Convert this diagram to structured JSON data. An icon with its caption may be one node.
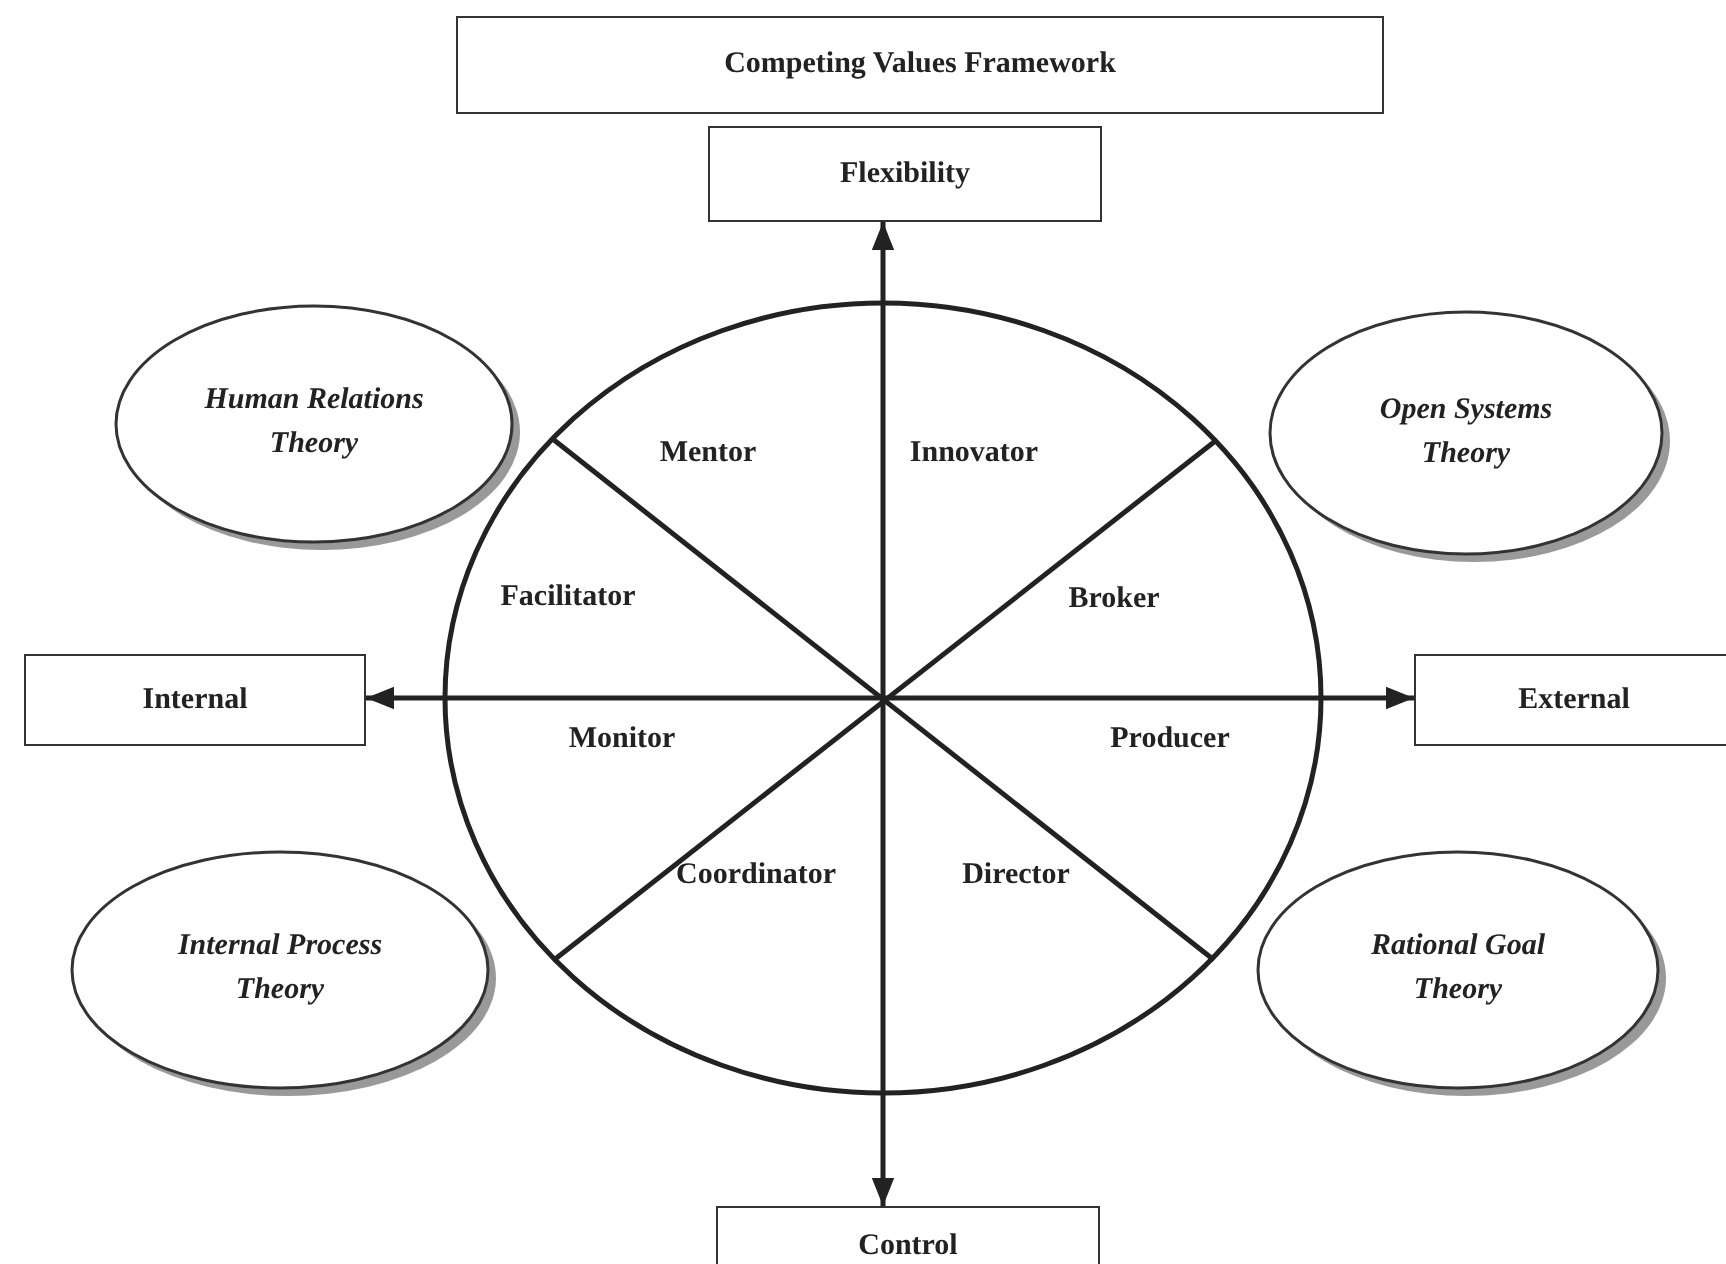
{
  "diagram": {
    "nodes": [
      {
        "text": [
          "Competing Values Framework"
        ]
      },
      {
        "text": [
          "Flexibility"
        ]
      },
      {
        "text": [
          "Human Relations Theory"
        ]
      },
      {
        "text": [
          "Open Systems Theory"
        ]
      },
      {
        "text": [
          "Internal"
        ]
      },
      {
        "text": [
          "External"
        ]
      },
      {
        "text": [
          "Internal Process Theory"
        ]
      },
      {
        "text": [
          "Rational Goal Theory"
        ]
      },
      {
        "text": [
          "Control"
        ]
      }
    ],
    "edges": [
      {
        "from": 1,
        "to": 8,
        "arrow": "both"
      },
      {
        "from": 4,
        "to": 5,
        "arrow": "both"
      }
    ],
    "labels": [
      "Mentor",
      "Innovator",
      "Facilitator",
      "Broker",
      "Monitor",
      "Producer",
      "Coordinator",
      "Director"
    ]
  }
}
